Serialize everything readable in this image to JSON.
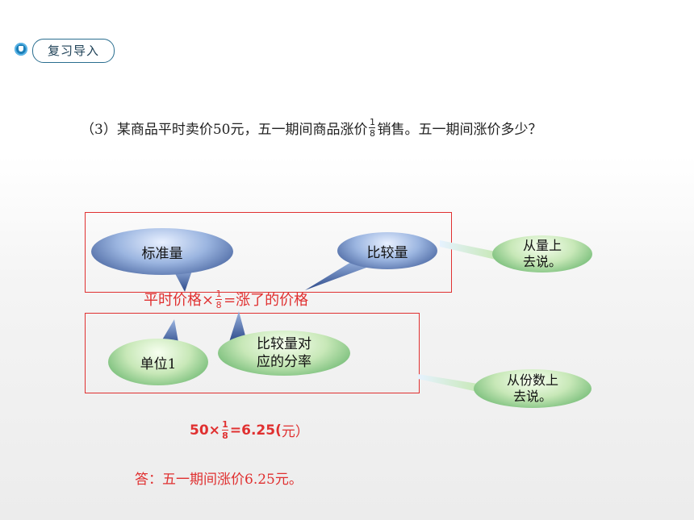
{
  "header": {
    "badge_label": "复习导入"
  },
  "question": {
    "prefix": "（3）某商品平时卖价50元，五一期间商品涨价",
    "fraction": {
      "numerator": "1",
      "denominator": "8"
    },
    "suffix": "销售。五一期间涨价多少？"
  },
  "bubbles": {
    "standard_quantity": "标准量",
    "compared_quantity": "比较量",
    "unit_one": "单位1",
    "compared_rate_line1": "比较量对",
    "compared_rate_line2": "应的分率",
    "from_quantity_line1": "从量上",
    "from_quantity_line2": "去说。",
    "from_share_line1": "从份数上",
    "from_share_line2": "去说。"
  },
  "formula1": {
    "left": "平时价格×",
    "fraction": {
      "numerator": "1",
      "denominator": "8"
    },
    "right": "=涨了的价格"
  },
  "formula2": {
    "left": "50×",
    "fraction": {
      "numerator": "1",
      "denominator": "8"
    },
    "right": "=6.25(",
    "unit": "元）"
  },
  "answer": "答：五一期间涨价6.25元。",
  "colors": {
    "red": "#e03030",
    "blue_bubble": "#2d4a8a",
    "green_bubble": "#4fa85a",
    "badge_border": "#2a6e8f"
  }
}
